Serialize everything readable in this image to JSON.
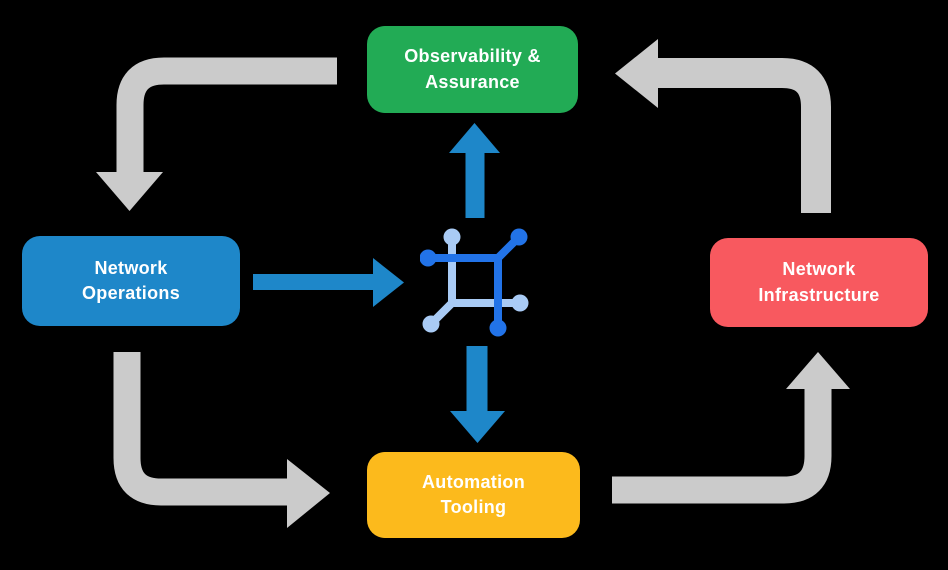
{
  "diagram": {
    "nodes": {
      "observability": {
        "label": "Observability &\nAssurance",
        "color": "#22AB55"
      },
      "operations": {
        "label": "Network\nOperations",
        "color": "#1E87C9"
      },
      "infrastructure": {
        "label": "Network\nInfrastructure",
        "color": "#F8595F"
      },
      "automation": {
        "label": "Automation\nTooling",
        "color": "#FCBA1C"
      }
    },
    "center_icon": "network-automation-icon",
    "edges": [
      {
        "from": "observability",
        "to": "operations",
        "style": "gray-elbow"
      },
      {
        "from": "operations",
        "to": "automation",
        "style": "gray-elbow"
      },
      {
        "from": "automation",
        "to": "infrastructure",
        "style": "gray-elbow"
      },
      {
        "from": "infrastructure",
        "to": "observability",
        "style": "gray-elbow"
      },
      {
        "from": "operations",
        "to": "center-icon",
        "style": "blue-straight"
      },
      {
        "from": "center-icon",
        "to": "observability",
        "style": "blue-straight"
      },
      {
        "from": "center-icon",
        "to": "automation",
        "style": "blue-straight"
      }
    ],
    "colors": {
      "background": "#000000",
      "text": "#FFFFFF",
      "arrow_gray": "#CBCBCB",
      "arrow_blue": "#1E87C9",
      "icon_dark_blue": "#2273E8",
      "icon_light_blue": "#A9CBF5"
    }
  }
}
